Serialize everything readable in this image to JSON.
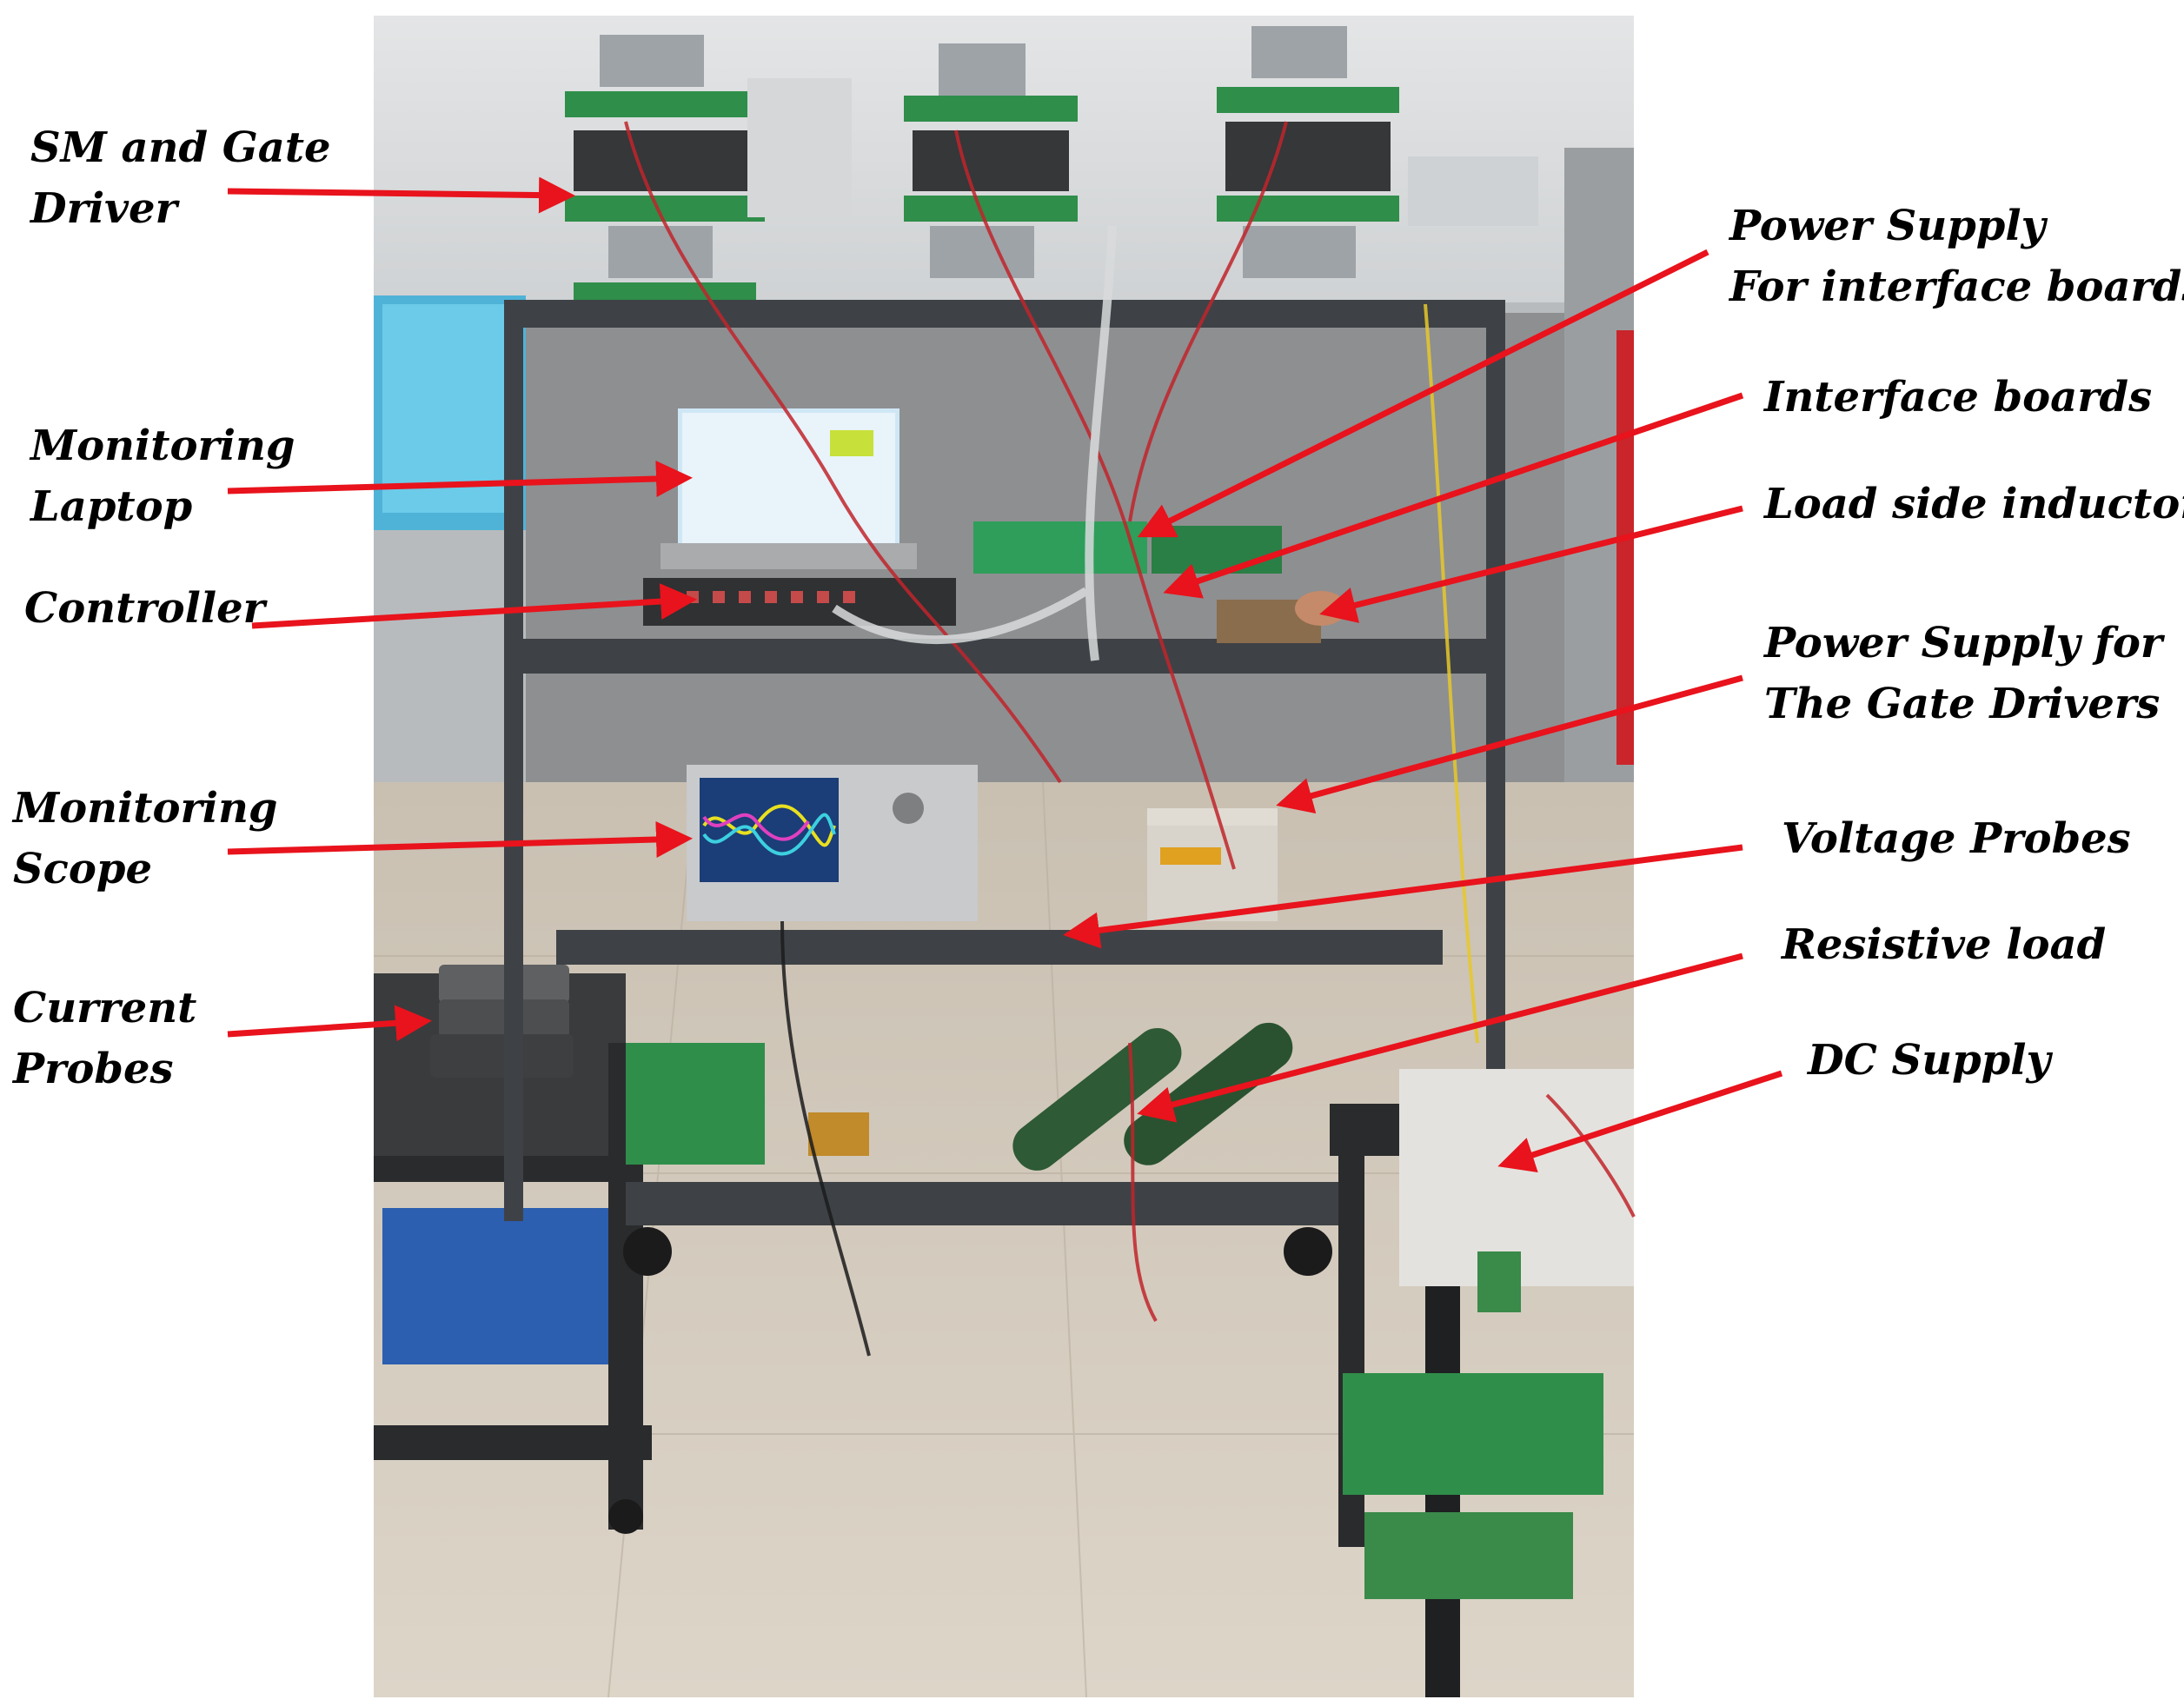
{
  "colors": {
    "arrow": "#e8131c",
    "background": "#ffffff",
    "label_text": "#000000"
  },
  "labels": {
    "sm_gate_driver": [
      "SM and Gate",
      "Driver"
    ],
    "monitoring_laptop": [
      "Monitoring",
      "Laptop"
    ],
    "controller": [
      "Controller"
    ],
    "monitoring_scope": [
      "Monitoring",
      "Scope"
    ],
    "current_probes": [
      "Current",
      "Probes"
    ],
    "ps_interface_boards": [
      "Power Supply",
      "For interface boards"
    ],
    "interface_boards": [
      "Interface boards"
    ],
    "load_side_inductors": [
      "Load side inductors"
    ],
    "ps_gate_drivers": [
      "Power Supply for",
      "The Gate Drivers"
    ],
    "voltage_probes": [
      "Voltage Probes"
    ],
    "resistive_load": [
      "Resistive load"
    ],
    "dc_supply": [
      "DC Supply"
    ]
  }
}
